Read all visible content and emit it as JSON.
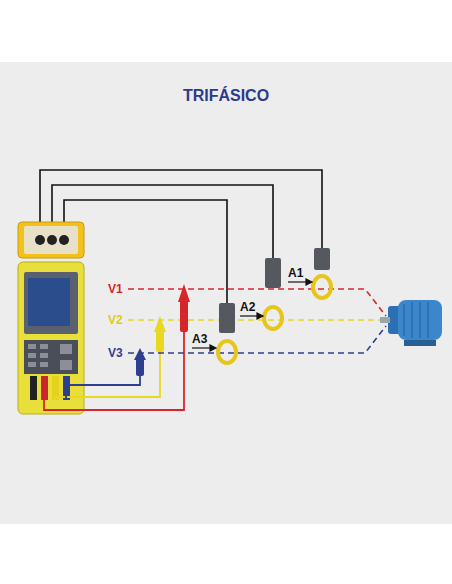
{
  "diagram": {
    "title": "TRIFÁSICO",
    "labels": [
      "V1",
      "V2",
      "V3",
      "A1",
      "A2",
      "A3"
    ]
  }
}
